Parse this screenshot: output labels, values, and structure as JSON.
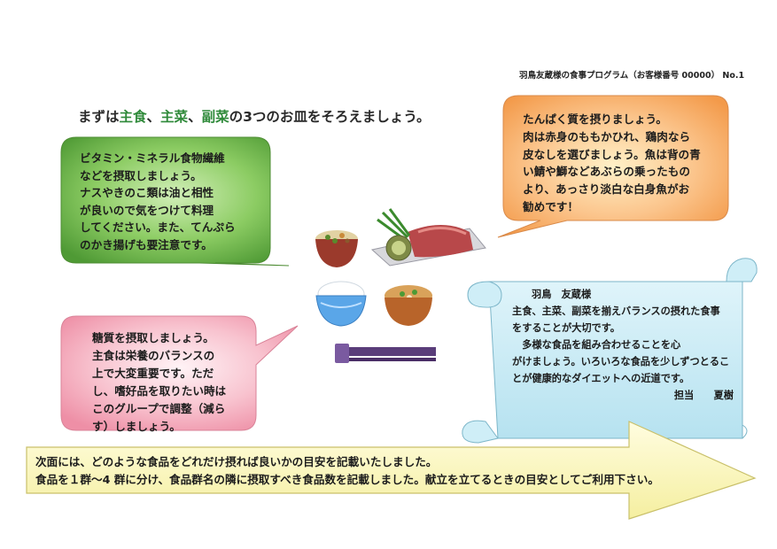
{
  "header": {
    "title": "羽鳥友蔵様の食事プログラム（お客様番号 00000） No.1"
  },
  "intro": {
    "prefix": "まずは",
    "shushoku": "主食",
    "sep1": "、",
    "shusai": "主菜",
    "sep2": "、",
    "fukusai": "副菜",
    "suffix": "の3つのお皿をそろえましょう。"
  },
  "bubbles": {
    "vegetable": {
      "lines": [
        "ビタミン・ミネラル食物繊維",
        "などを摂取しましょう。",
        "ナスやきのこ類は油と相性",
        "が良いので気をつけて料理",
        "してください。また、てんぷら",
        "のかき揚げも要注意です。"
      ]
    },
    "protein": {
      "lines": [
        "たんぱく質を摂りましょう。",
        "肉は赤身のももかひれ、鶏肉なら",
        "皮なしを選びましょう。魚は背の青",
        "い鯖や鰤などあぶらの乗ったもの",
        "より、あっさり淡白な白身魚がお",
        "勧めです！"
      ]
    },
    "carb": {
      "lines": [
        "糖質を摂取しましょう。",
        "主食は栄養のバランスの",
        "上で大変重要です。ただ",
        "し、嗜好品を取りたい時は",
        "このグループで調整（減ら",
        "す）しましょう。"
      ]
    }
  },
  "scroll": {
    "name": "羽鳥　友蔵様",
    "lines": [
      "主食、主菜、副菜を揃えバランスの摂れた食事",
      "をすることが大切です。",
      "　多様な食品を組み合わせることを心",
      "がけましょう。いろいろな食品を少しずつとるこ",
      "とが健康的なダイエットへの近道です。"
    ],
    "signature": "担当　　夏樹"
  },
  "arrow": {
    "line1": "次面には、どのような食品をどれだけ摂れば良いかの目安を記載いたしました。",
    "line2": "食品を１群～4 群に分け、食品群名の隣に摂取すべき食品数を記載しました。献立を立てるときの目安としてご利用下さい。"
  },
  "colors": {
    "veg_bubble": "#6ab04c",
    "protein_bubble": "#f7a967",
    "carb_bubble": "#f4a6b8",
    "scroll": "#bfe6f2",
    "arrow": "#fbf7b4",
    "accent_green": "#2f8a3a"
  }
}
